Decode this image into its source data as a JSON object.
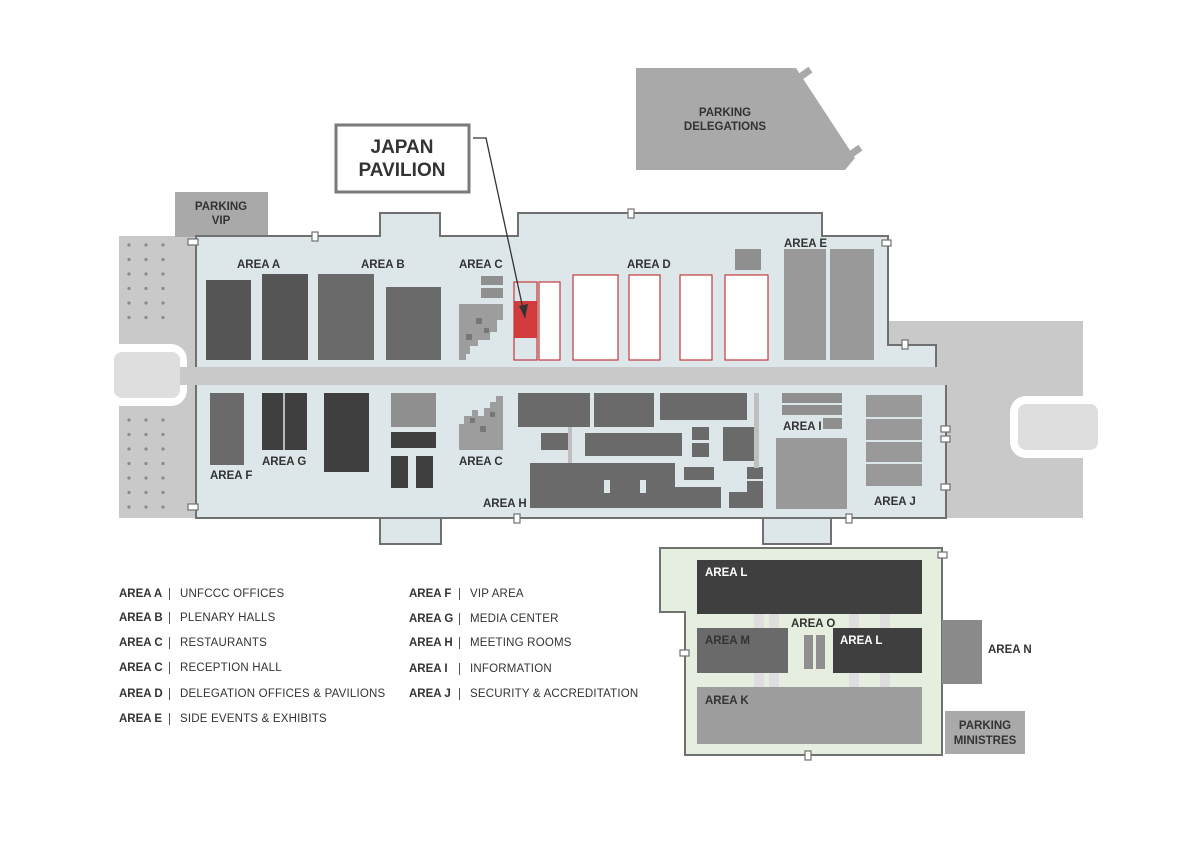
{
  "callout": {
    "line1": "JAPAN",
    "line2": "PAVILION"
  },
  "parking": {
    "delegations_1": "PARKING",
    "delegations_2": "DELEGATIONS",
    "vip_1": "PARKING",
    "vip_2": "VIP",
    "ministres_1": "PARKING",
    "ministres_2": "MINISTRES"
  },
  "areas": {
    "a": "AREA A",
    "b": "AREA B",
    "c_top": "AREA C",
    "d": "AREA D",
    "e": "AREA E",
    "f": "AREA F",
    "g": "AREA G",
    "c_bottom": "AREA C",
    "h": "AREA H",
    "i": "AREA I",
    "j": "AREA J",
    "l_top": "AREA L",
    "o": "AREA O",
    "m": "AREA M",
    "l_right": "AREA L",
    "k": "AREA K",
    "n": "AREA N"
  },
  "legend_left": [
    {
      "code": "AREA A",
      "desc": "UNFCCC OFFICES"
    },
    {
      "code": "AREA B",
      "desc": "PLENARY HALLS"
    },
    {
      "code": "AREA C",
      "desc": "RESTAURANTS"
    },
    {
      "code": "AREA C",
      "desc": "RECEPTION HALL"
    },
    {
      "code": "AREA D",
      "desc": "DELEGATION OFFICES & PAVILIONS"
    },
    {
      "code": "AREA E",
      "desc": "SIDE EVENTS & EXHIBITS"
    }
  ],
  "legend_right": [
    {
      "code": "AREA F",
      "desc": "VIP AREA"
    },
    {
      "code": "AREA G",
      "desc": "MEDIA CENTER"
    },
    {
      "code": "AREA H",
      "desc": "MEETING ROOMS"
    },
    {
      "code": "AREA I",
      "desc": "INFORMATION"
    },
    {
      "code": "AREA J",
      "desc": "SECURITY & ACCREDITATION"
    }
  ],
  "colors": {
    "building_fill": "#dde7ea",
    "building_stroke": "#707070",
    "annex_fill": "#e6efdf",
    "road": "#c9c9c9",
    "parking": "#a9a9a9",
    "dark": "#4a4a4a",
    "mid": "#6a6a6a",
    "light": "#9d9d9d",
    "highlight": "#d23b3b",
    "pavilion_outline": "#c0393b"
  }
}
